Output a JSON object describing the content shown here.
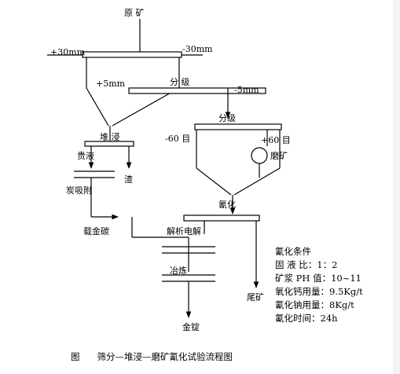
{
  "labels": {
    "raw_ore": "原 矿",
    "plus30": "+30mm",
    "minus30": "-30mm",
    "plus5": "+5mm",
    "classify1": "分 级",
    "minus5": "-5mm",
    "classify2": "分级",
    "heap_leach": "堆 浸",
    "minus60": "-60 目",
    "plus60": "+60 目",
    "grinding": "磨矿",
    "pregnant": "贵液",
    "residue": "渣",
    "carbon_ads": "炭吸附",
    "cyanidation": "氰化",
    "loaded_carbon": "载金碳",
    "desorb_elec": "解析电解",
    "smelting": "冶炼",
    "tailings": "尾矿",
    "gold_ingot": "金锭"
  },
  "conditions": {
    "title": "氰化条件",
    "solid_liquid": "固  液  比：1：2",
    "ph": "矿浆 PH 值：10~11",
    "calcium_cyanide": "氧化钙用量：9.5Kg/t",
    "sodium_cyanide": "氰化钠用量：8Kg/t",
    "time": "氰化时间：24h"
  },
  "caption": {
    "prefix": "图",
    "text": "筛分—堆浸—磨矿氰化试验流程图"
  }
}
